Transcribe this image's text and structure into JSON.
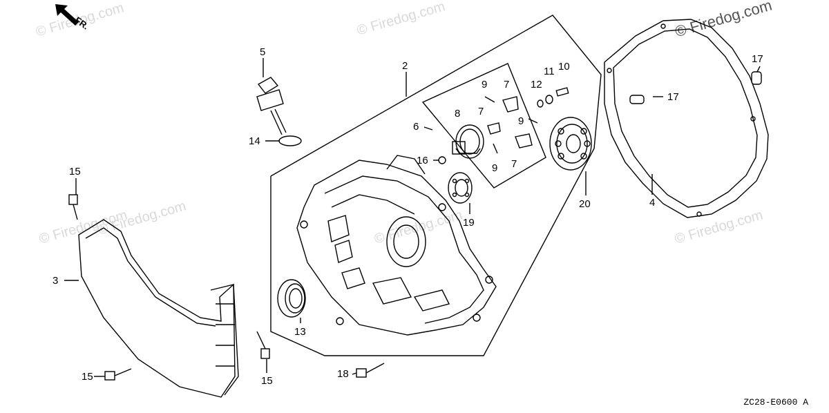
{
  "direction_label": "FR.",
  "diagram_code": "ZC28-E0600",
  "diagram_code_suffix": "A",
  "watermarks": [
    "© Firedog.com",
    "© Firedog.com",
    "© Firedog.com",
    "© Firedog.com",
    "© Firedog.com",
    "© Firedog.com",
    "© Firedog.com"
  ],
  "callouts": [
    "2",
    "3",
    "4",
    "5",
    "6",
    "7",
    "7",
    "7",
    "8",
    "9",
    "9",
    "9",
    "10",
    "11",
    "12",
    "13",
    "14",
    "15",
    "15",
    "15",
    "16",
    "17",
    "17",
    "18",
    "19",
    "20"
  ],
  "colors": {
    "line": "#000000",
    "watermark": "#d9d9d9",
    "background": "#ffffff"
  }
}
